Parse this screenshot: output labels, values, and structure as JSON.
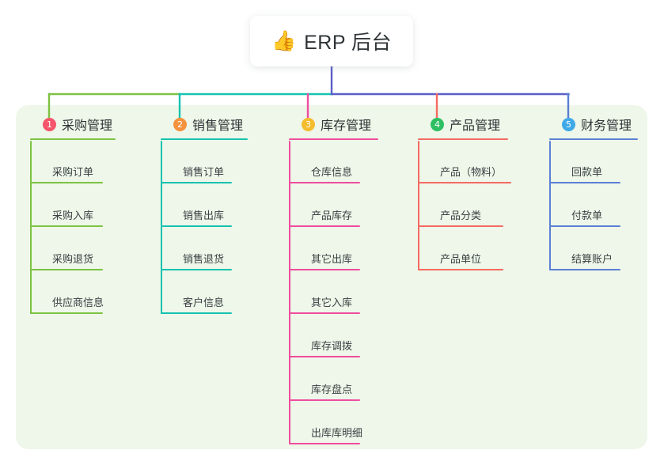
{
  "root": {
    "emoji": "👍",
    "emoji_name": "thumbs-up-icon",
    "title": "ERP 后台"
  },
  "colors": {
    "panel_background": "#eef7e9",
    "page_background": "#ffffff",
    "card_background": "#ffffff",
    "text": "#2f3437",
    "leaf_text": "#3a4044",
    "root_connector": "#5b5fc7",
    "branch1": "#7dc242",
    "branch2": "#16c2b0",
    "branch3": "#ef4d9e",
    "branch4": "#f56a62",
    "branch5": "#5b7fd4",
    "badge1": "#f5556a",
    "badge2": "#f5923e",
    "badge3": "#f5bc2e",
    "badge4": "#2fbf63",
    "badge5": "#3fa9e8"
  },
  "branches": [
    {
      "index": "1",
      "title": "采购管理",
      "line_color": "#7dc242",
      "badge_color": "#f5556a",
      "items": [
        {
          "label": "采购订单"
        },
        {
          "label": "采购入库"
        },
        {
          "label": "采购退货"
        },
        {
          "label": "供应商信息"
        }
      ]
    },
    {
      "index": "2",
      "title": "销售管理",
      "line_color": "#16c2b0",
      "badge_color": "#f5923e",
      "items": [
        {
          "label": "销售订单"
        },
        {
          "label": "销售出库"
        },
        {
          "label": "销售退货"
        },
        {
          "label": "客户信息"
        }
      ]
    },
    {
      "index": "3",
      "title": "库存管理",
      "line_color": "#ef4d9e",
      "badge_color": "#f5bc2e",
      "items": [
        {
          "label": "仓库信息"
        },
        {
          "label": "产品库存"
        },
        {
          "label": "其它出库"
        },
        {
          "label": "其它入库"
        },
        {
          "label": "库存调拨"
        },
        {
          "label": "库存盘点"
        },
        {
          "label": "出库库明细"
        }
      ]
    },
    {
      "index": "4",
      "title": "产品管理",
      "line_color": "#f56a62",
      "badge_color": "#2fbf63",
      "items": [
        {
          "label": "产品（物料）"
        },
        {
          "label": "产品分类"
        },
        {
          "label": "产品单位"
        }
      ]
    },
    {
      "index": "5",
      "title": "财务管理",
      "line_color": "#5b7fd4",
      "badge_color": "#3fa9e8",
      "items": [
        {
          "label": "回款单"
        },
        {
          "label": "付款单"
        },
        {
          "label": "结算账户"
        }
      ]
    }
  ]
}
